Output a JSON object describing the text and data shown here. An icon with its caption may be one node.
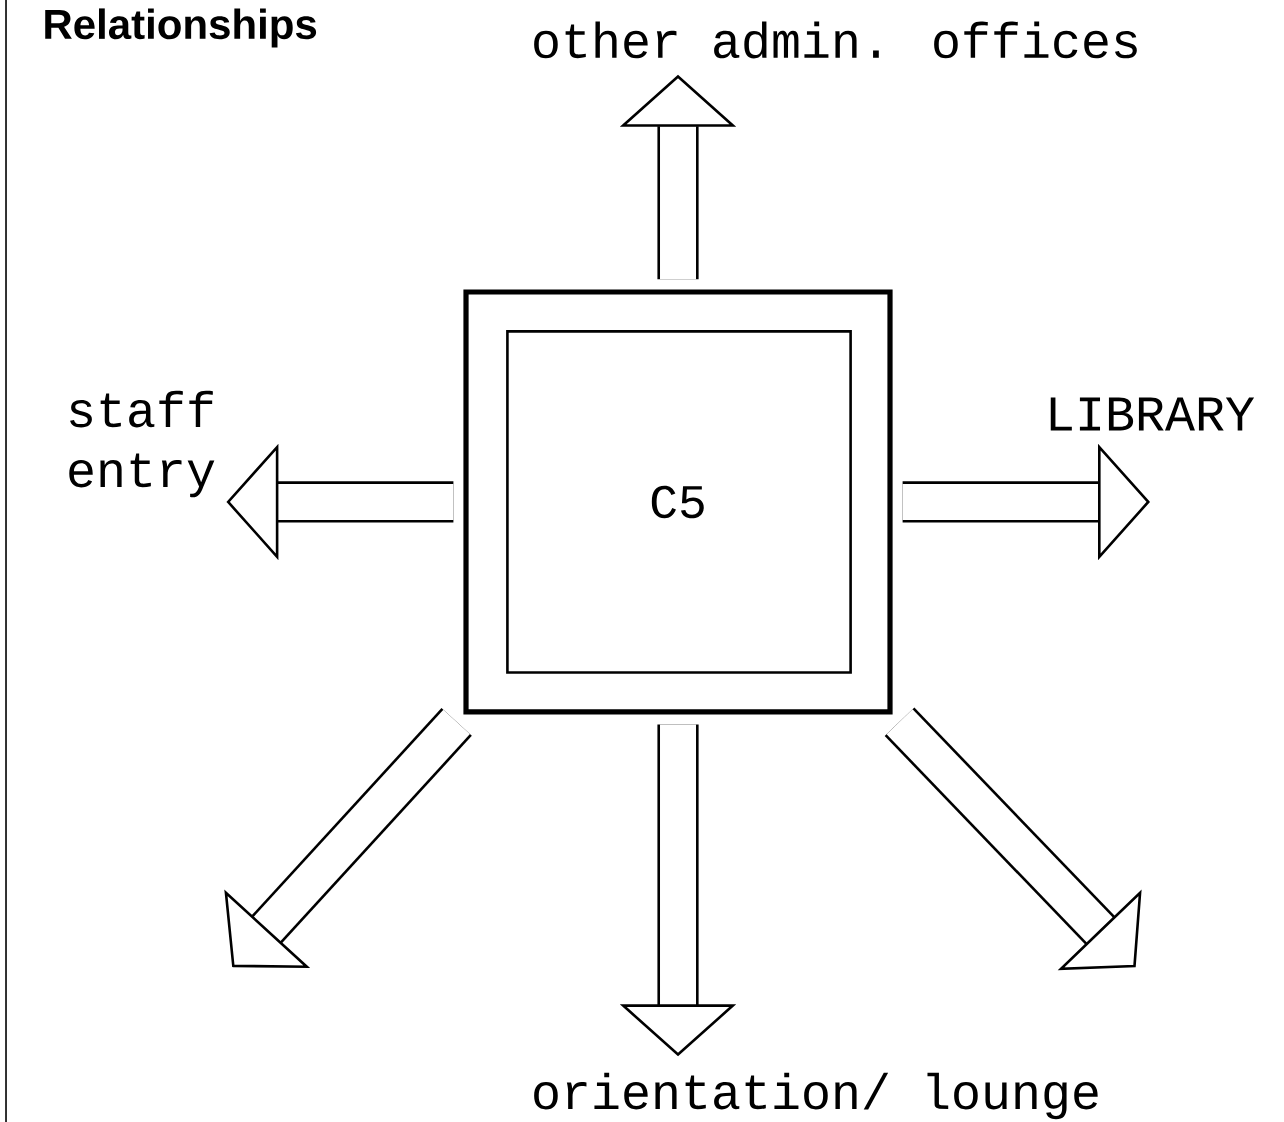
{
  "diagram": {
    "title": "Relationships",
    "nodes": [
      {
        "text": [
          "C5"
        ]
      },
      {
        "text": [
          "other admin. offices"
        ]
      },
      {
        "text": [
          "staff entry"
        ]
      },
      {
        "text": [
          "LIBRARY"
        ]
      },
      {
        "text": [
          "orientation/ lounge"
        ]
      }
    ],
    "edges": [
      {
        "from": 0,
        "to": 1,
        "arrow": "to"
      },
      {
        "from": 0,
        "to": 2,
        "arrow": "to"
      },
      {
        "from": 0,
        "to": 3,
        "arrow": "to"
      },
      {
        "from": 0,
        "to": null,
        "arrow": "to"
      },
      {
        "from": 0,
        "to": 4,
        "arrow": "to"
      },
      {
        "from": 0,
        "to": null,
        "arrow": "to"
      }
    ]
  }
}
